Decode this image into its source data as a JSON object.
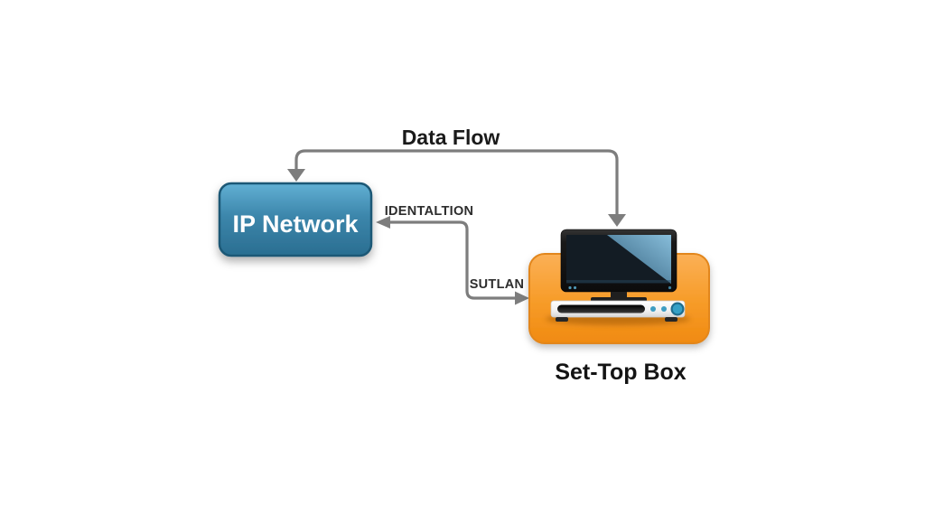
{
  "diagram": {
    "background_color": "#ffffff",
    "arrow_color": "#7d7d7d",
    "nodes": [
      {
        "id": "ip-network",
        "label": "IP Network",
        "shape": "rounded-rectangle",
        "fill_top": "#5fadd2",
        "fill_bottom": "#2a6e91",
        "border_color": "#1c5876",
        "text_color": "#ffffff"
      },
      {
        "id": "set-top-box",
        "label": "Set-Top Box",
        "shape": "rounded-rectangle",
        "fill_top": "#fbb057",
        "fill_bottom": "#f08a10",
        "border_color": "#e2861a",
        "label_color": "#141414",
        "icon": "tv-with-set-top-box-receiver"
      }
    ],
    "edges": [
      {
        "id": "data-flow",
        "label": "Data Flow",
        "type": "elbow-top",
        "arrowheads": "down-into-ip-network-and-down-into-set-top-box",
        "color": "#7d7d7d"
      },
      {
        "id": "identaltion",
        "label": "IDENTALTION",
        "type": "elbow-z",
        "arrowheads": "left-into-ip-network",
        "color": "#7d7d7d"
      },
      {
        "id": "sutlan",
        "label": "SUTLAN",
        "type": "elbow-z",
        "arrowheads": "right-into-set-top-box",
        "color": "#7d7d7d"
      }
    ],
    "icon_colors": {
      "tv_bezel": "#161616",
      "tv_screen_dark": "#131c24",
      "tv_screen_glare": "#8ec6e4",
      "receiver_body": "#f5f5f5",
      "receiver_slot": "#1d1d1d",
      "receiver_button": "#35a0c6"
    }
  }
}
